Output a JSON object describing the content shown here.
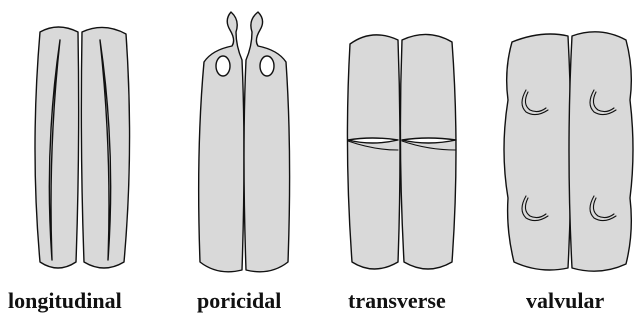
{
  "labels": {
    "longitudinal": "longitudinal",
    "poricidal": "poricidal",
    "transverse": "transverse",
    "valvular": "valvular"
  },
  "colors": {
    "fill": "#d9d9d9",
    "stroke": "#111111",
    "background": "#ffffff"
  }
}
